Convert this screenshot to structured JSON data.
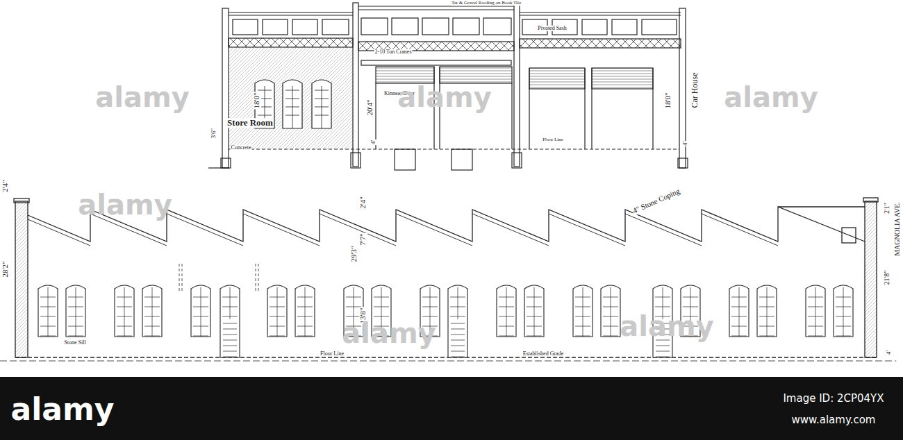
{
  "diagram": {
    "labels": [
      "Tar & Gravel Roofing on Book Tile",
      "Pivoted Sash",
      "2-10 Ton Cranes",
      "Kinnear Door",
      "Store Room",
      "Car House",
      "18'0\"",
      "20'4\"",
      "3'6\"",
      "4'",
      "Concrete",
      "Floor Line",
      "18'0\"",
      "4'",
      "2'4\"",
      "28'2\"",
      "4\" Stone Coping",
      "2'4\"",
      "7'7\"",
      "29'3\"",
      "13'8\"",
      "Stone Sill",
      "Floor Line",
      "Established Grade",
      "2'1\"",
      "21'8\"",
      "MAGNOLIA AVE.",
      "4'",
      "alamy",
      "alamy",
      "alamy",
      "alamy",
      "alamy",
      "alamy",
      "alamy",
      "Image ID: 2CP04YX",
      "www.alamy.com"
    ]
  }
}
